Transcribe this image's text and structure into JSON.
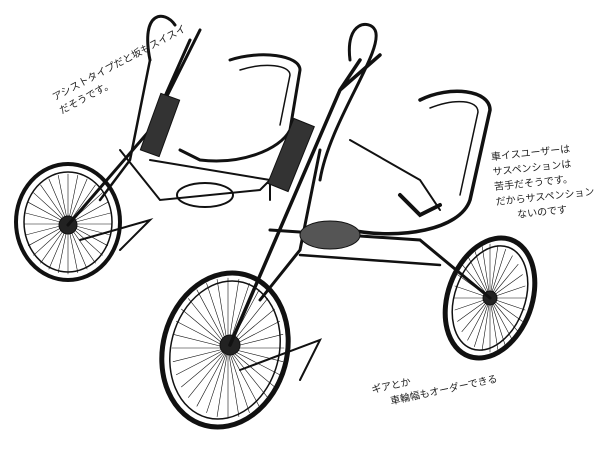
{
  "notes": {
    "left": [
      "アシストタイプだと坂もスイスイ",
      "だそうです。"
    ],
    "right": [
      "車イスユーザーは",
      "サスペンションは",
      "苦手だそうです。",
      "だからサスペンション",
      "ないのです"
    ],
    "bottom": [
      "ギアとか",
      "車輪幅もオーダーできる"
    ]
  },
  "colors": {
    "ink": "#111111",
    "paper": "#ffffff"
  }
}
